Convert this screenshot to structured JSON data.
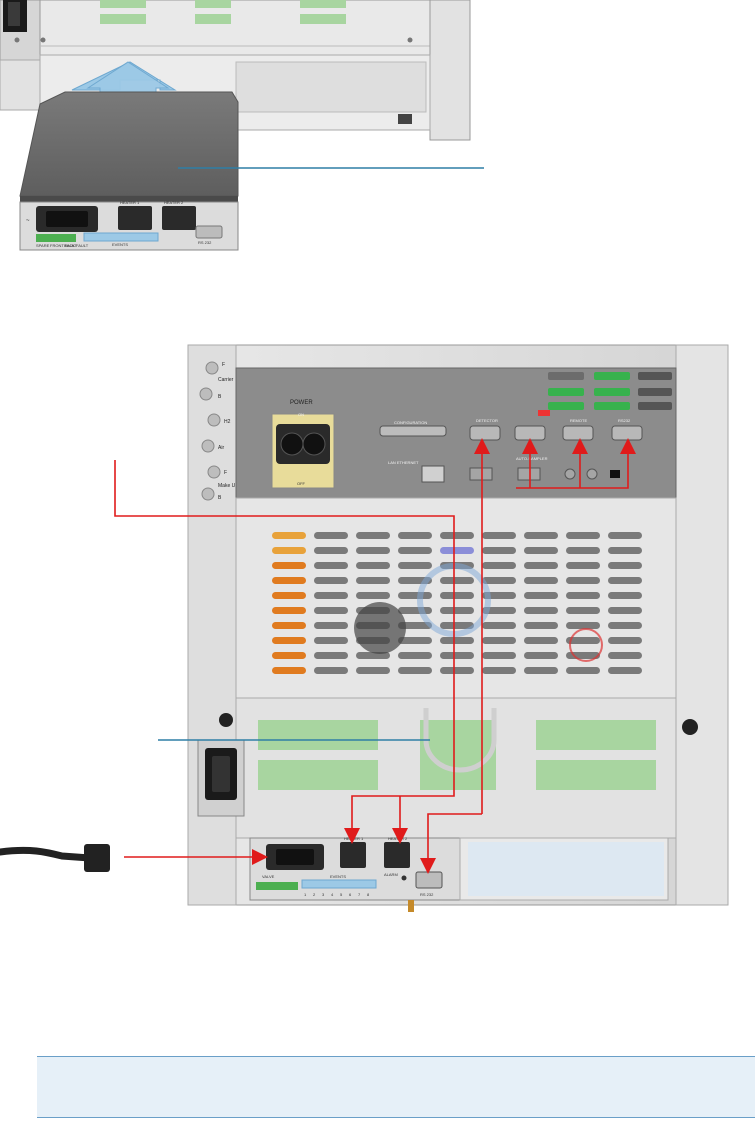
{
  "figure": {
    "top_module": {
      "port_labels": [
        "HEATER 1",
        "HEATER 2",
        "EVENTS",
        "RS 232",
        "SPARE",
        "FRONT FAULT",
        "BACK FAULT"
      ]
    },
    "rear_panel": {
      "gas_labels": [
        "F",
        "Carrier",
        "B",
        "H2",
        "Air",
        "F",
        "Make Up",
        "B"
      ],
      "power_label": "POWER",
      "power_on": "ON",
      "power_off": "OFF",
      "connector_labels": [
        "CONFIGURATION",
        "DETECTOR",
        "AUTO-SAMPLER",
        "REMOTE",
        "RS232",
        "LAN ETHERNET"
      ],
      "lower_port_labels": [
        "HEATER 1",
        "HEATER 2",
        "EVENTS",
        "ALARM",
        "RS 232",
        "VALVE"
      ],
      "events_numbers": [
        "1",
        "2",
        "3",
        "4",
        "5",
        "6",
        "7",
        "8"
      ]
    }
  },
  "note": {
    "text": ""
  },
  "colors": {
    "callout_line": "#2f7fa6",
    "arrow_red": "#e01b1b",
    "lift_arrow": "#9cc9e6",
    "panel_dark": "#8c8c8c",
    "panel_light": "#dadada",
    "green_slot": "#a8d5a0",
    "note_bg": "#e6f0f8"
  }
}
